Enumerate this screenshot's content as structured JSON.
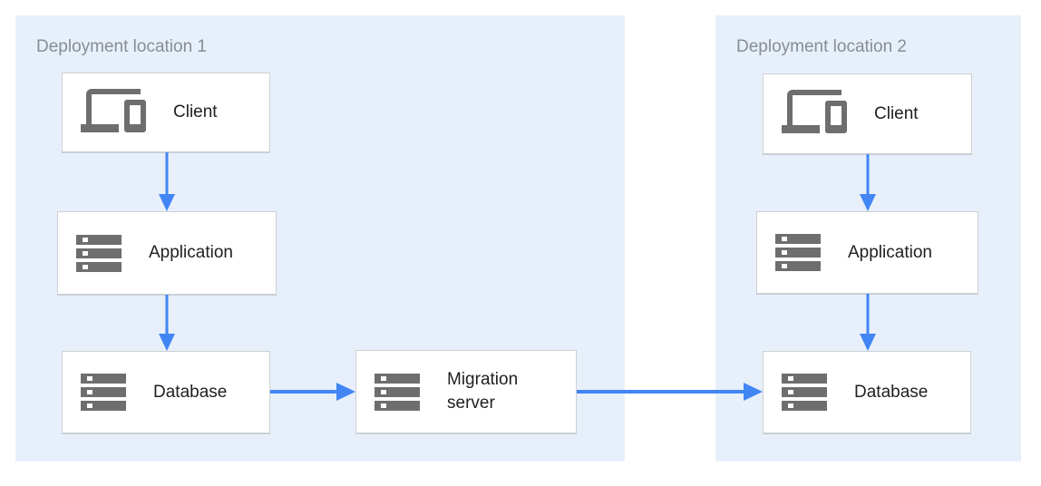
{
  "diagram": {
    "panels": [
      {
        "title": "Deployment location 1"
      },
      {
        "title": "Deployment location 2"
      }
    ],
    "nodes": [
      {
        "id": "client-1",
        "label": "Client",
        "icon": "devices-icon",
        "panel": "Deployment location 1"
      },
      {
        "id": "application-1",
        "label": "Application",
        "icon": "server-stack-icon",
        "panel": "Deployment location 1"
      },
      {
        "id": "database-1",
        "label": "Database",
        "icon": "server-stack-icon",
        "panel": "Deployment location 1"
      },
      {
        "id": "migration-server",
        "label": "Migration server",
        "icon": "server-stack-icon",
        "panel": "Deployment location 1"
      },
      {
        "id": "client-2",
        "label": "Client",
        "icon": "devices-icon",
        "panel": "Deployment location 2"
      },
      {
        "id": "application-2",
        "label": "Application",
        "icon": "server-stack-icon",
        "panel": "Deployment location 2"
      },
      {
        "id": "database-2",
        "label": "Database",
        "icon": "server-stack-icon",
        "panel": "Deployment location 2"
      }
    ],
    "edges": [
      {
        "from": "client-1",
        "to": "application-1",
        "direction": "down"
      },
      {
        "from": "application-1",
        "to": "database-1",
        "direction": "down"
      },
      {
        "from": "database-1",
        "to": "migration-server",
        "direction": "right"
      },
      {
        "from": "migration-server",
        "to": "database-2",
        "direction": "right"
      },
      {
        "from": "client-2",
        "to": "application-2",
        "direction": "down"
      },
      {
        "from": "application-2",
        "to": "database-2",
        "direction": "down"
      }
    ],
    "colors": {
      "panel_background": "#e7f0fa",
      "arrow_blue": "#4285f4",
      "icon_gray": "#6e6e6e",
      "box_border": "#cdd0d3",
      "title_gray": "#878d93",
      "label_text": "#212121"
    }
  }
}
